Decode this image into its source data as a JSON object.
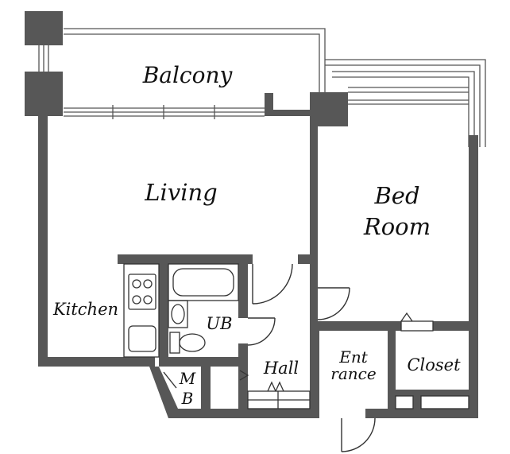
{
  "colors": {
    "wall": "#575757",
    "fixture_stroke": "#333333",
    "background": "#ffffff"
  },
  "rooms": {
    "balcony": "Balcony",
    "living": "Living",
    "bedroom_line1": "Bed",
    "bedroom_line2": "Room",
    "kitchen": "Kitchen",
    "unit_bath": "UB",
    "hall": "Hall",
    "entrance_line1": "Ent",
    "entrance_line2": "rance",
    "closet": "Closet",
    "mb_line1": "M",
    "mb_line2": "B"
  }
}
